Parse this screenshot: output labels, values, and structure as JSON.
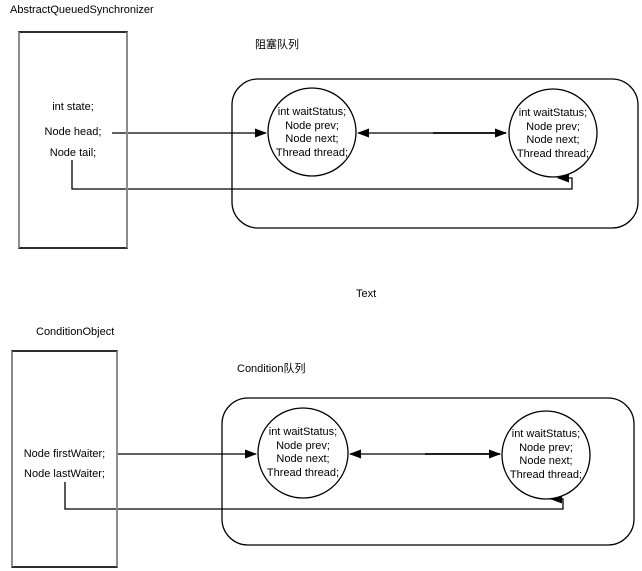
{
  "colors": {
    "background": "#ffffff",
    "line": "#000000",
    "box_border_vertical": "#8c8c8c",
    "box_border_horizontal": "#2e2e2e"
  },
  "aqs": {
    "title": "AbstractQueuedSynchronizer",
    "box_fields": [
      "int state;",
      "Node head;",
      "Node tail;"
    ],
    "queue_label": "阻塞队列",
    "nodes": [
      {
        "lines": [
          "int waitStatus;",
          "Node prev;",
          "Node next;",
          "Thread thread;"
        ]
      },
      {
        "lines": [
          "int waitStatus;",
          "Node prev;",
          "Node next;",
          "Thread thread;"
        ]
      }
    ]
  },
  "middle_label": "Text",
  "condition": {
    "title": "ConditionObject",
    "box_fields": [
      "Node firstWaiter;",
      "Node lastWaiter;"
    ],
    "queue_label": "Condition队列",
    "nodes": [
      {
        "lines": [
          "int waitStatus;",
          "Node prev;",
          "Node next;",
          "Thread thread;"
        ]
      },
      {
        "lines": [
          "int waitStatus;",
          "Node prev;",
          "Node next;",
          "Thread thread;"
        ]
      }
    ]
  }
}
